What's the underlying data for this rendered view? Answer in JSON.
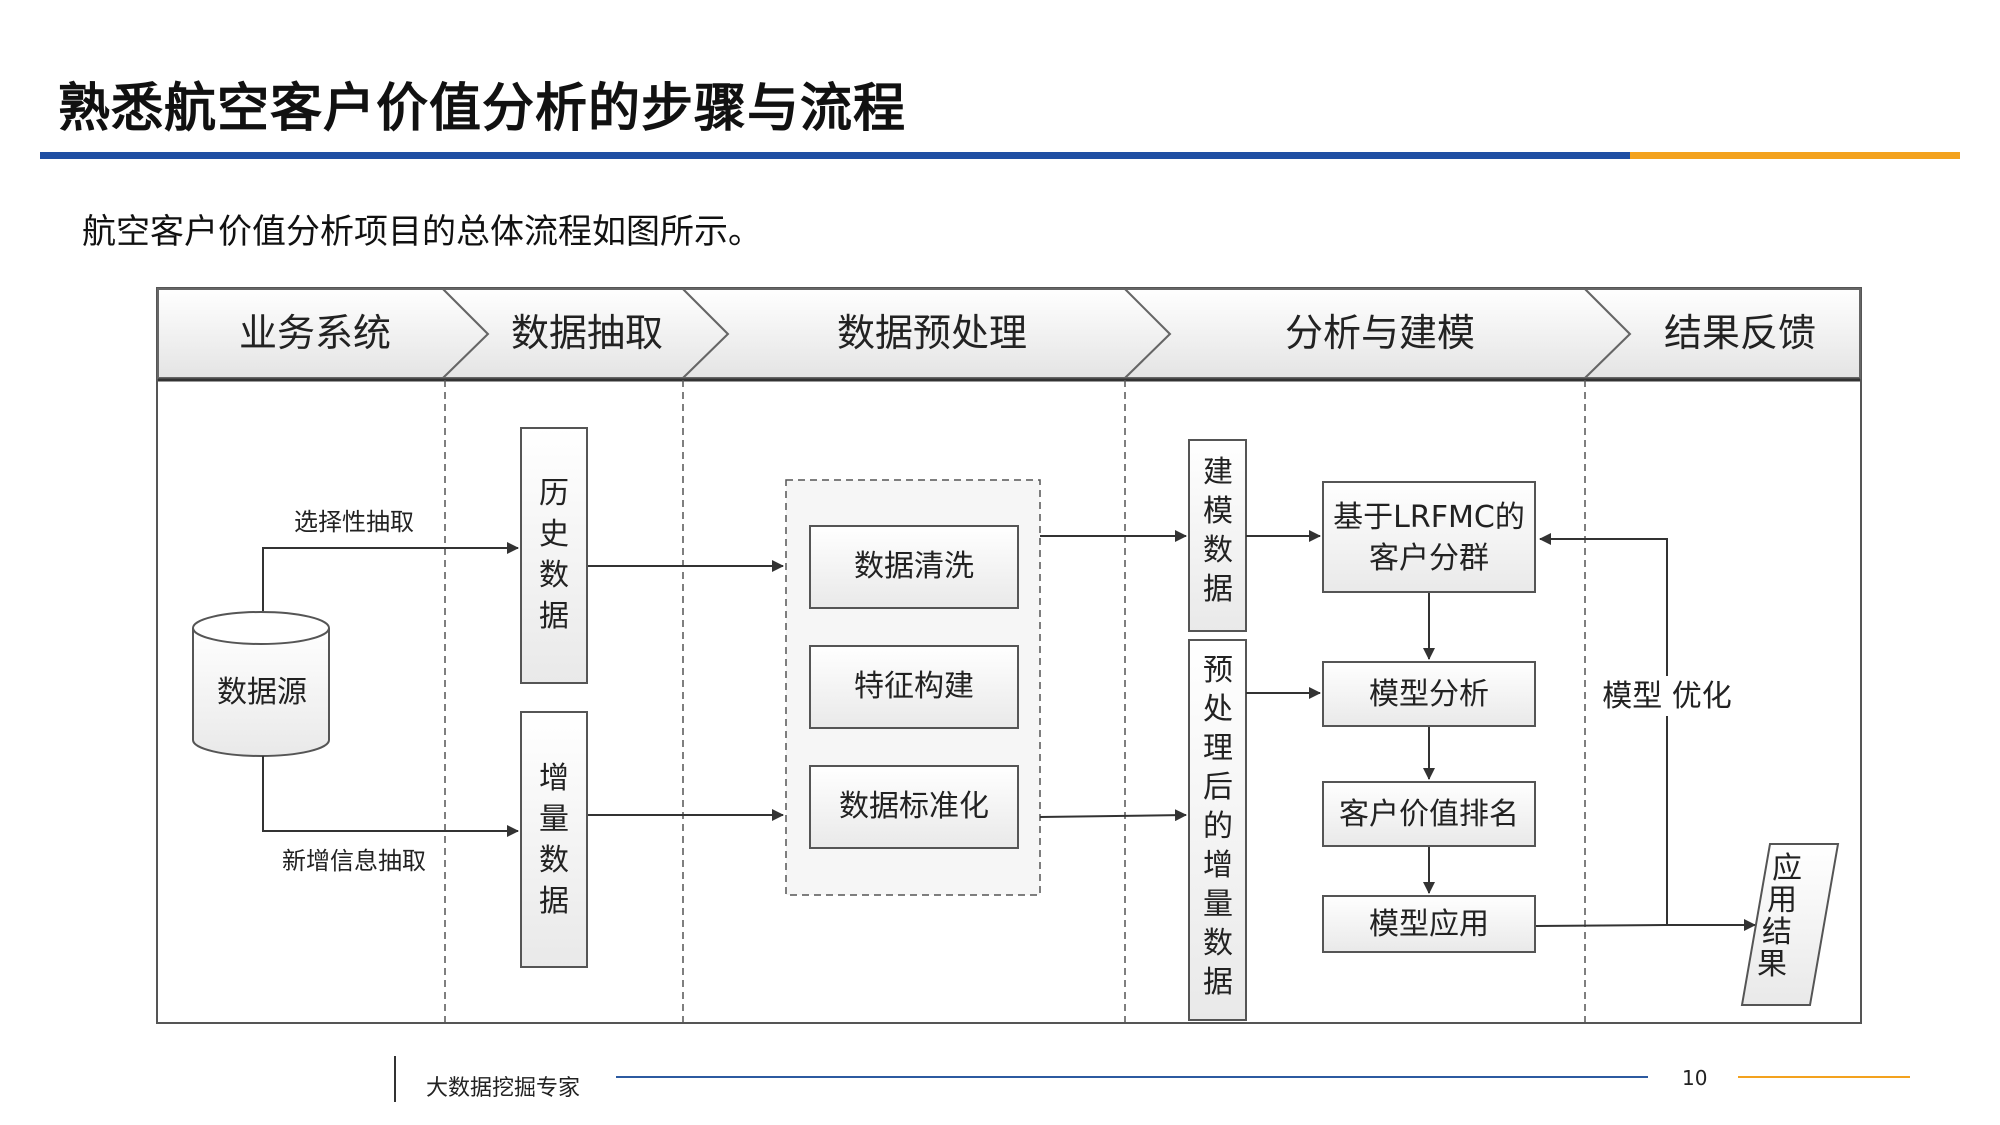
{
  "title": "熟悉航空客户价值分析的步骤与流程",
  "intro": "航空客户价值分析项目的总体流程如图所示。",
  "colors": {
    "title_bar": "#1f4fa3",
    "accent_bar": "#f3a21e"
  },
  "diagram": {
    "lanes": [
      "业务系统",
      "数据抽取",
      "数据预处理",
      "分析与建模",
      "结果反馈"
    ],
    "source": "数据源",
    "edge_labels": {
      "selective": "选择性抽取",
      "incremental": "新增信息抽取",
      "optimize": "模型 优化"
    },
    "history_data": "历史数据",
    "incremental_data": "增量数据",
    "preprocess_steps": [
      "数据清洗",
      "特征构建",
      "数据标准化"
    ],
    "modeling_data": "建模数据",
    "processed_incremental": "预处理后的增量数据",
    "cluster_box": [
      "基于LRFMC的",
      "客户分群"
    ],
    "model_analysis": "模型分析",
    "ranking": "客户价值排名",
    "model_apply": "模型应用",
    "result": "应用结果"
  },
  "footer": {
    "brand": "大数据挖掘专家",
    "page": "10"
  }
}
